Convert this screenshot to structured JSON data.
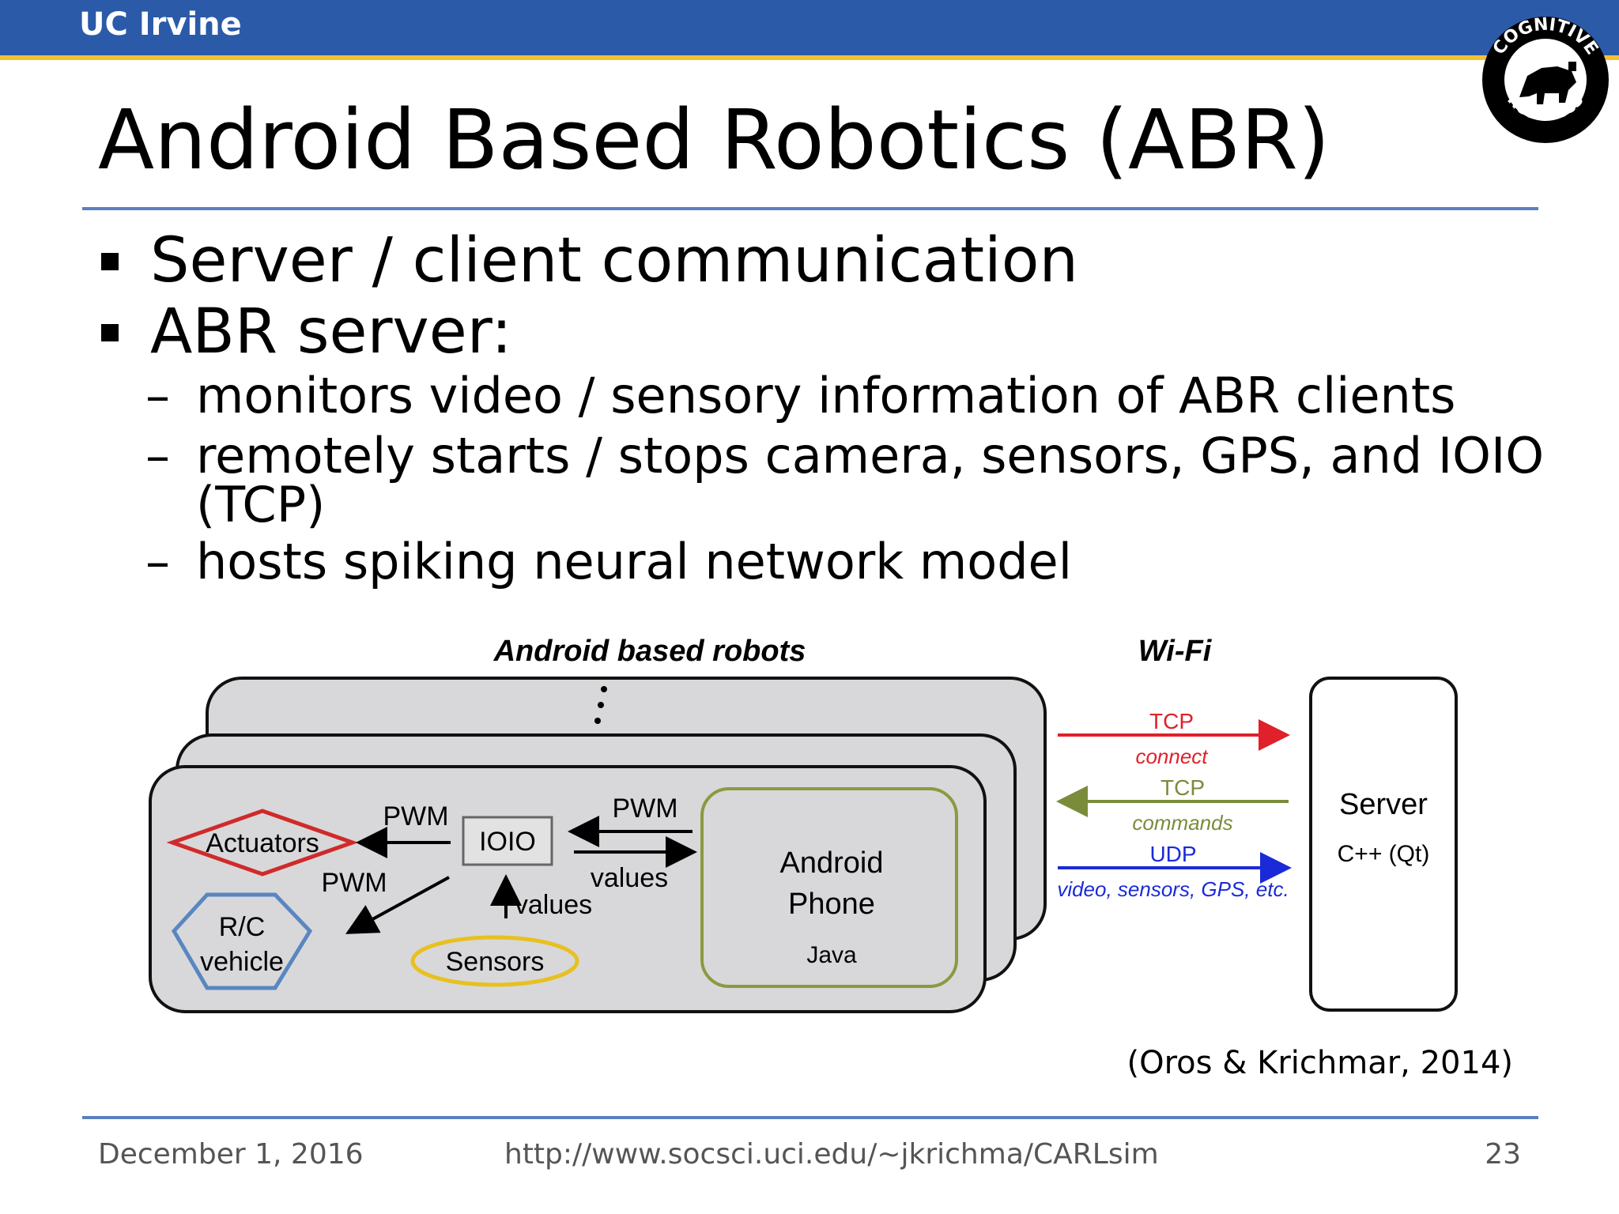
{
  "header": {
    "brand": "UC Irvine"
  },
  "logo": {
    "top_text": "COGNITIVE",
    "bottom_text": "ROBOTICS"
  },
  "slide": {
    "title": "Android Based Robotics (ABR)",
    "bullets": [
      {
        "text": "Server / client communication"
      },
      {
        "text": "ABR server:"
      }
    ],
    "sub_bullets": [
      {
        "dash": "–",
        "text": "monitors video / sensory information of ABR clients"
      },
      {
        "dash": "–",
        "text": "remotely starts / stops camera, sensors, GPS, and IOIO",
        "cont": "(TCP)"
      },
      {
        "dash": "–",
        "text": "hosts spiking neural network model"
      }
    ]
  },
  "diagram": {
    "robots_title": "Android based robots",
    "wifi_title": "Wi-Fi",
    "actuators": "Actuators",
    "pwm_top_left": "PWM",
    "pwm_bottom_left": "PWM",
    "ioio": "IOIO",
    "pwm_right": "PWM",
    "values_right": "values",
    "values_down": "values",
    "rc_line1": "R/C",
    "rc_line2": "vehicle",
    "sensors": "Sensors",
    "phone_line1": "Android",
    "phone_line2": "Phone",
    "phone_lang": "Java",
    "tcp1": "TCP",
    "connect": "connect",
    "tcp2": "TCP",
    "commands": "commands",
    "udp": "UDP",
    "udp_desc": "video, sensors, GPS, etc.",
    "server": "Server",
    "server_lang": "C++ (Qt)",
    "colors": {
      "tcp_connect": "#e0202a",
      "tcp_commands": "#7a8c3a",
      "udp": "#1a2ad8",
      "actuators": "#d02a2a",
      "rc": "#5a86c0",
      "sensors": "#e8c020",
      "phone": "#8a9a40"
    }
  },
  "citation": "(Oros & Krichmar, 2014)",
  "footer": {
    "date": "December 1, 2016",
    "url": "http://www.socsci.uci.edu/~jkrichma/CARLsim",
    "page": "23"
  }
}
